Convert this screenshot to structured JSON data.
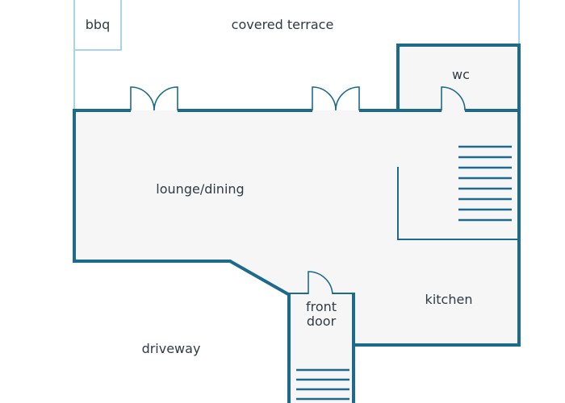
{
  "floorplan": {
    "labels": {
      "bbq": "bbq",
      "covered_terrace": "covered terrace",
      "wc": "wc",
      "lounge_dining": "lounge/dining",
      "kitchen": "kitchen",
      "front_door_line1": "front",
      "front_door_line2": "door",
      "driveway": "driveway"
    },
    "colors": {
      "wall": "#1d6a8c",
      "outline_light": "#a7d3ee",
      "floor": "#f6f6f6",
      "stairs": "#1d6a8c",
      "text": "#2f3b45"
    }
  }
}
